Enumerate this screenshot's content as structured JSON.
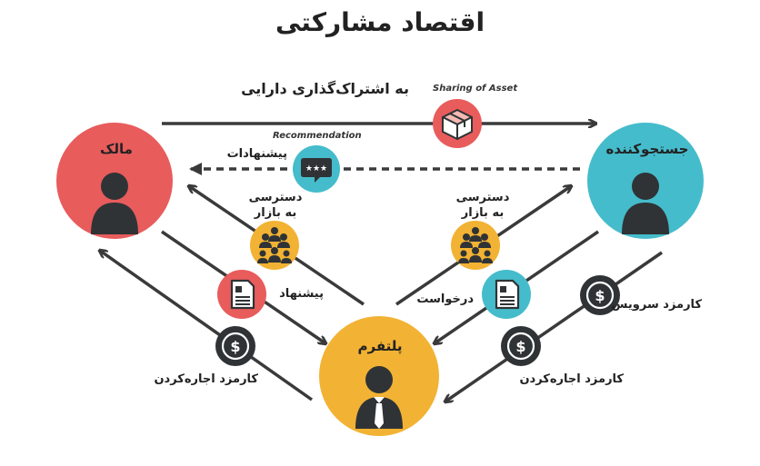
{
  "title": "اقتصاد مشارکتی",
  "sharing": {
    "fa": "به اشتراک‌گذاری دارایی",
    "en": "Sharing of Asset"
  },
  "recommendation": {
    "fa": "پیشنهادات",
    "en": "Recommendation"
  },
  "nodes": {
    "owner": "مالک",
    "seeker": "جستجوکننده",
    "platform": "پلتفرم"
  },
  "left": {
    "market_access": "دسترسی\nبه بازار",
    "offer": "پیشنهاد",
    "rental_fee": "کارمزد اجاره‌کردن"
  },
  "right": {
    "market_access": "دسترسی\nبه بازار",
    "request": "درخواست",
    "service_fee": "کارمزد سرویس",
    "rental_fee": "کارمزد اجاره‌کردن"
  },
  "colors": {
    "owner": "#e85c5c",
    "seeker": "#45bccb",
    "platform": "#f2b233",
    "dark": "#2f3336",
    "arrow": "#3a3a3a"
  }
}
